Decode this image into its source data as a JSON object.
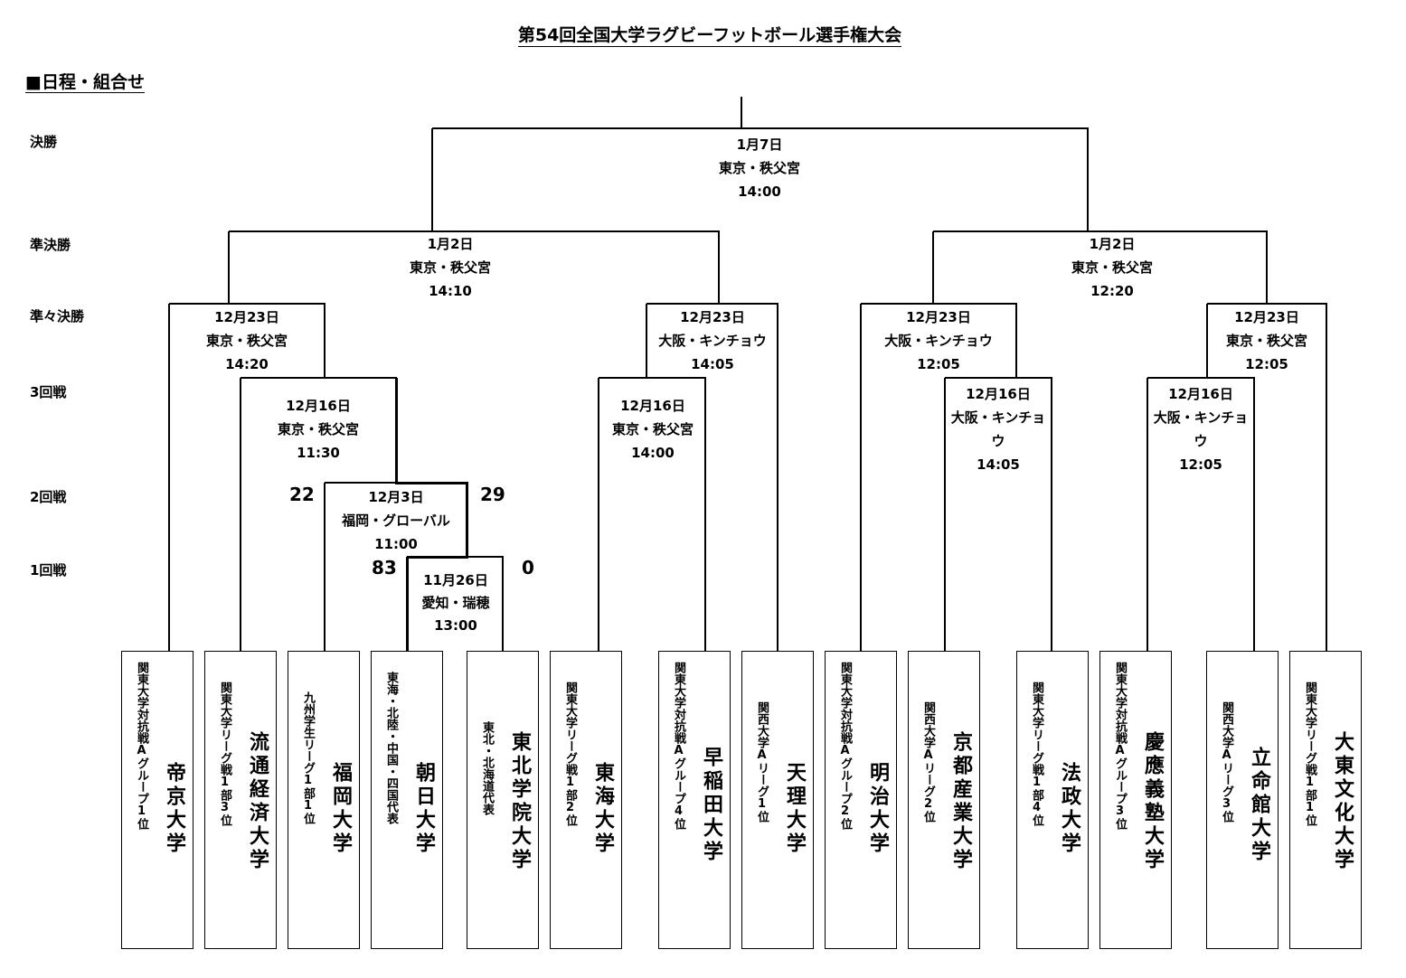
{
  "title": "第54回全国大学ラグビーフットボール選手権大会",
  "subtitle": "■日程・組合せ",
  "rounds": [
    "決勝",
    "準決勝",
    "準々決勝",
    "3回戦",
    "2回戦",
    "1回戦"
  ],
  "matches": {
    "final": {
      "date": "1月7日",
      "venue": "東京・秩父宮",
      "time": "14:00"
    },
    "sf1": {
      "date": "1月2日",
      "venue": "東京・秩父宮",
      "time": "14:10"
    },
    "sf2": {
      "date": "1月2日",
      "venue": "東京・秩父宮",
      "time": "12:20"
    },
    "qf1": {
      "date": "12月23日",
      "venue": "東京・秩父宮",
      "time": "14:20"
    },
    "qf2": {
      "date": "12月23日",
      "venue": "大阪・キンチョウ",
      "time": "14:05"
    },
    "qf3": {
      "date": "12月23日",
      "venue": "大阪・キンチョウ",
      "time": "12:05"
    },
    "qf4": {
      "date": "12月23日",
      "venue": "東京・秩父宮",
      "time": "12:05"
    },
    "r3a": {
      "date": "12月16日",
      "venue": "東京・秩父宮",
      "time": "11:30"
    },
    "r3b": {
      "date": "12月16日",
      "venue": "東京・秩父宮",
      "time": "14:00"
    },
    "r3c": {
      "date": "12月16日",
      "venue": "大阪・キンチョウ",
      "time": "14:05"
    },
    "r3d": {
      "date": "12月16日",
      "venue": "大阪・キンチョウ",
      "time": "12:05"
    },
    "r2": {
      "date": "12月3日",
      "venue": "福岡・グローバル",
      "time": "11:00"
    },
    "r1": {
      "date": "11月26日",
      "venue": "愛知・瑞穂",
      "time": "13:00"
    }
  },
  "scores": {
    "r2_left": "22",
    "r2_right": "29",
    "r1_left": "83",
    "r1_right": "0"
  },
  "teams": [
    {
      "name": "帝京大学",
      "qualifier": "関東大学対抗戦Aグループ1位"
    },
    {
      "name": "流通経済大学",
      "qualifier": "関東大学リーグ戦1部3位"
    },
    {
      "name": "福岡大学",
      "qualifier": "九州学生リーグ1部1位"
    },
    {
      "name": "朝日大学",
      "qualifier": "東海・北陸・中国・四国代表"
    },
    {
      "name": "東北学院大学",
      "qualifier": "東北・北海道代表"
    },
    {
      "name": "東海大学",
      "qualifier": "関東大学リーグ戦1部2位"
    },
    {
      "name": "早稲田大学",
      "qualifier": "関東大学対抗戦Aグループ4位"
    },
    {
      "name": "天理大学",
      "qualifier": "関西大学Aリーグ1位"
    },
    {
      "name": "明治大学",
      "qualifier": "関東大学対抗戦Aグループ2位"
    },
    {
      "name": "京都産業大学",
      "qualifier": "関西大学Aリーグ2位"
    },
    {
      "name": "法政大学",
      "qualifier": "関東大学リーグ戦1部4位"
    },
    {
      "name": "慶應義塾大学",
      "qualifier": "関東大学対抗戦Aグループ3位"
    },
    {
      "name": "立命館大学",
      "qualifier": "関西大学Aリーグ3位"
    },
    {
      "name": "大東文化大学",
      "qualifier": "関東大学リーグ戦1部1位"
    }
  ]
}
